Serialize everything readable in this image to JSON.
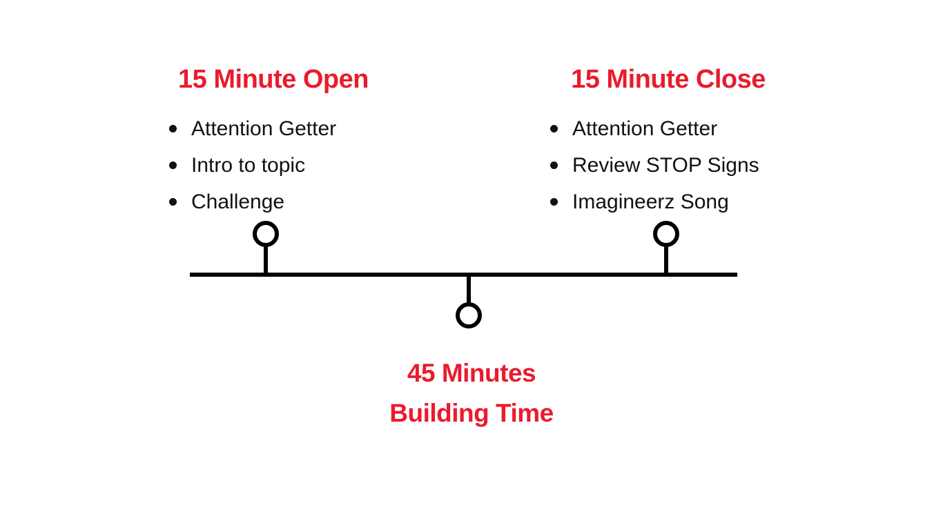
{
  "theme": {
    "background": "#ffffff",
    "accent_red": "#ea1b2d",
    "ink": "#111111",
    "line_black": "#000000"
  },
  "open_section": {
    "title": "15 Minute Open",
    "bullets": [
      "Attention Getter",
      "Intro to topic",
      "Challenge"
    ]
  },
  "close_section": {
    "title": "15 Minute Close",
    "bullets": [
      "Attention Getter",
      "Review STOP Signs",
      "Imagineerz Song"
    ]
  },
  "building_section": {
    "line1": "45 Minutes",
    "line2": "Building Time"
  }
}
